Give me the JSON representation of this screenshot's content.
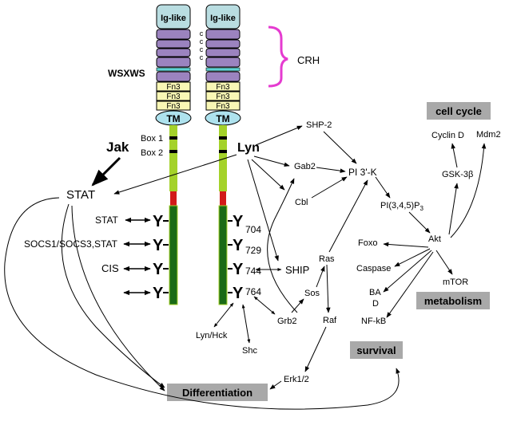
{
  "receptor": {
    "ig_like": "Ig-like",
    "cysteines": [
      "c",
      "c",
      "c",
      "c"
    ],
    "wsxws": "WSXWS",
    "crh": "CRH",
    "fn3": [
      "Fn3",
      "Fn3",
      "Fn3"
    ],
    "tm": "TM",
    "box1": "Box 1",
    "box2": "Box 2",
    "y_symbol": "Y",
    "tyr_sites": [
      "704",
      "729",
      "744",
      "764"
    ]
  },
  "left_binders": [
    "STAT",
    "SOCS1/SOCS3,STAT",
    "CIS"
  ],
  "nodes": {
    "jak": "Jak",
    "stat": "STAT",
    "lyn": "Lyn",
    "shp2": "SHP-2",
    "gab2": "Gab2",
    "cbl": "Cbl",
    "pi3k": "PI 3'-K",
    "pip3_main": "PI(3,4,5)P",
    "pip3_sub": "3",
    "akt": "Akt",
    "gsk3b": "GSK-3β",
    "cyclin_d": "Cyclin D",
    "mdm2": "Mdm2",
    "foxo": "Foxo",
    "caspase": "Caspase",
    "bad_1": "BA",
    "bad_2": "D",
    "nfkb": "NF-kB",
    "mtor": "mTOR",
    "ras": "Ras",
    "sos": "Sos",
    "raf": "Raf",
    "erk": "Erk1/2",
    "grb2": "Grb2",
    "ship": "SHIP",
    "lyn_hck": "Lyn/Hck",
    "shc": "Shc"
  },
  "categories": {
    "cell_cycle": "cell cycle",
    "metabolism": "metabolism",
    "survival": "survival",
    "differentiation": "Differentiation"
  },
  "colors": {
    "ig_fill": "#b9dde1",
    "crh_fill": "#9b83bf",
    "crh_stripe": "#5fd3d3",
    "fn3_fill": "#f9f7b5",
    "tm_fill": "#aee2ee",
    "juxta_green": "#a4d22a",
    "red_link": "#d21a1a",
    "cyto_green": "#1a6a16",
    "crh_bracket": "#e53bd0",
    "category_box": "#a9a9a9"
  }
}
